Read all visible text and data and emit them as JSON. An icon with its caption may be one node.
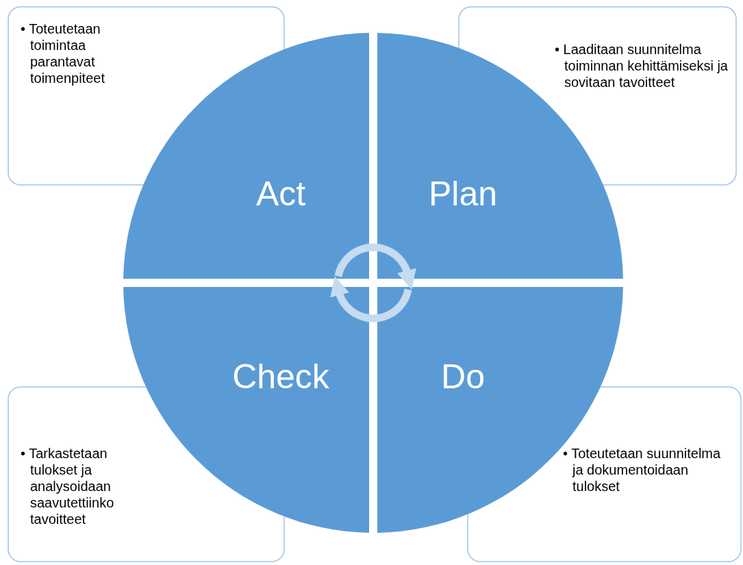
{
  "diagram": {
    "nodes": [
      {
        "text": [
          "• Toteutetaan toimintaa parantavat toimenpiteet"
        ]
      },
      {
        "text": [
          "• Laaditaan suunnitelma toiminnan kehittämiseksi ja sovitaan tavoitteet"
        ]
      },
      {
        "text": [
          "Act"
        ]
      },
      {
        "text": [
          "Plan"
        ]
      },
      {
        "text": [
          "Check"
        ]
      },
      {
        "text": [
          "Do"
        ]
      },
      {
        "text": [
          "• Tarkastetaan tulokset ja analysoidaan saavutettiinko tavoitteet"
        ]
      },
      {
        "text": [
          "• Toteutetaan suunnitelma ja dokumentoidaan tulokset"
        ]
      }
    ],
    "edges": [
      {
        "from": 2,
        "to": 3,
        "arrow": "to"
      },
      {
        "from": 5,
        "to": 4,
        "arrow": "to"
      }
    ]
  }
}
